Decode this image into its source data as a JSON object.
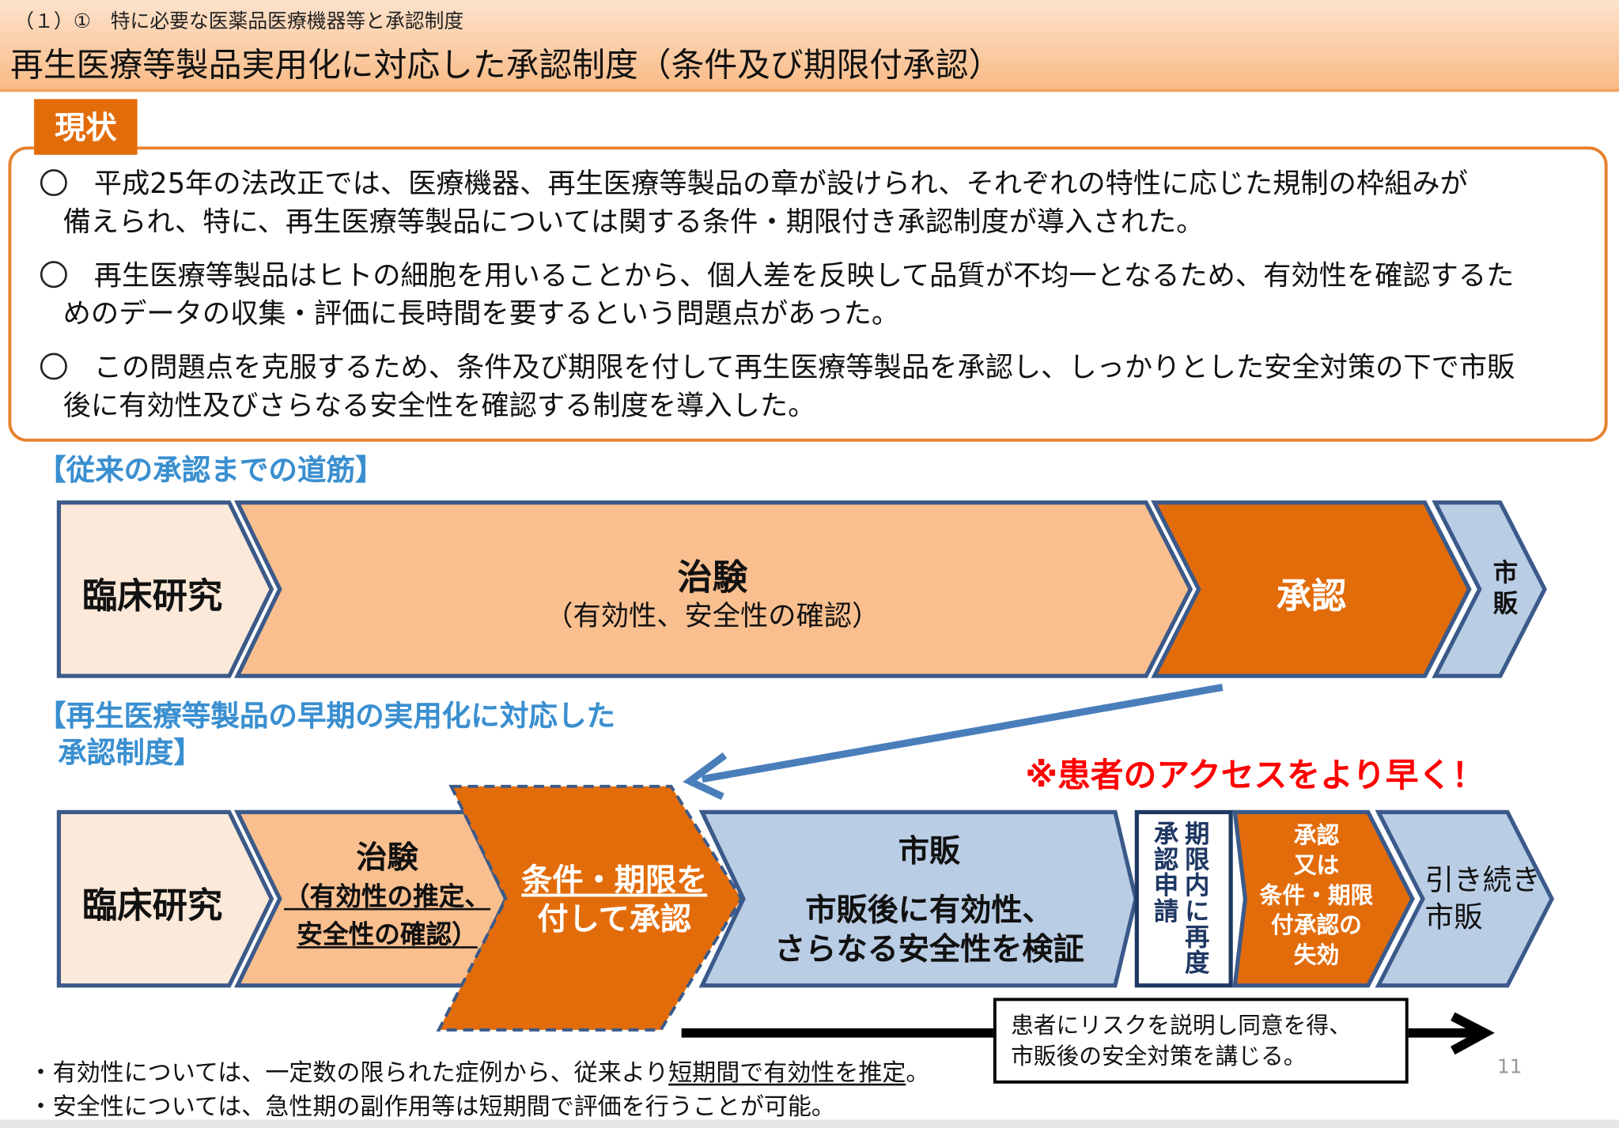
{
  "header": {
    "subtitle": "（１）①　特に必要な医薬品医療機器等と承認制度",
    "title": "再生医療等製品実用化に対応した承認制度（条件及び期限付承認）"
  },
  "status": {
    "tab_label": "現状",
    "bullets": [
      [
        "平成25年の法改正では、医療機器、再生医療等製品の章が設けられ、それぞれの特性に応じた規制の枠組みが",
        "備えられ、特に、再生医療等製品については関する条件・期限付き承認制度が導入された。"
      ],
      [
        "再生医療等製品はヒトの細胞を用いることから、個人差を反映して品質が不均一となるため、有効性を確認するた",
        "めのデータの収集・評価に長時間を要するという問題点があった。"
      ],
      [
        "この問題点を克服するため、条件及び期限を付して再生医療等製品を承認し、しっかりとした安全対策の下で市販",
        "後に有効性及びさらなる安全性を確認する制度を導入した。"
      ]
    ]
  },
  "conventional": {
    "heading": "【従来の承認までの道筋】",
    "steps": {
      "clinical_research": "臨床研究",
      "trial_title": "治験",
      "trial_sub": "（有効性、安全性の確認）",
      "approval": "承認",
      "market_1": "市",
      "market_2": "販"
    }
  },
  "new_system": {
    "heading_1": "【再生医療等製品の早期の実用化に対応した",
    "heading_2": "承認制度】",
    "callout": "※患者のアクセスをより早く！",
    "steps": {
      "clinical_research": "臨床研究",
      "trial_title": "治験",
      "trial_sub_1": "（有効性の推定、",
      "trial_sub_2": "安全性の確認）",
      "conditional_1": "条件・期限を",
      "conditional_2": "付して承認",
      "market_title": "市販",
      "market_sub_1": "市販後に有効性、",
      "market_sub_2": "さらなる安全性を検証",
      "reapply_1": "期限内に再度",
      "reapply_2": "承認申請",
      "result_1": "承認",
      "result_2": "又は",
      "result_3": "条件・期限",
      "result_4": "付承認の",
      "result_5": "失効",
      "continue_1": "引き続き",
      "continue_2": "市販"
    },
    "risk_note_1": "患者にリスクを説明し同意を得、",
    "risk_note_2": "市販後の安全対策を講じる。"
  },
  "footnotes": {
    "line1_a": "・有効性については、一定数の限られた症例から、従来より",
    "line1_b": "短期間で有効性を推定",
    "line1_c": "。",
    "line2": "・安全性については、急性期の副作用等は短期間で評価を行うことが可能。"
  },
  "page_number": "11",
  "colors": {
    "orange": "#e36c0a",
    "peach": "#f9bf8f",
    "pale": "#fde9d9",
    "blue_fill": "#b9cde5",
    "border": "#3b5a8a",
    "heading_blue": "#3a8fd0",
    "red": "#ff0000"
  }
}
